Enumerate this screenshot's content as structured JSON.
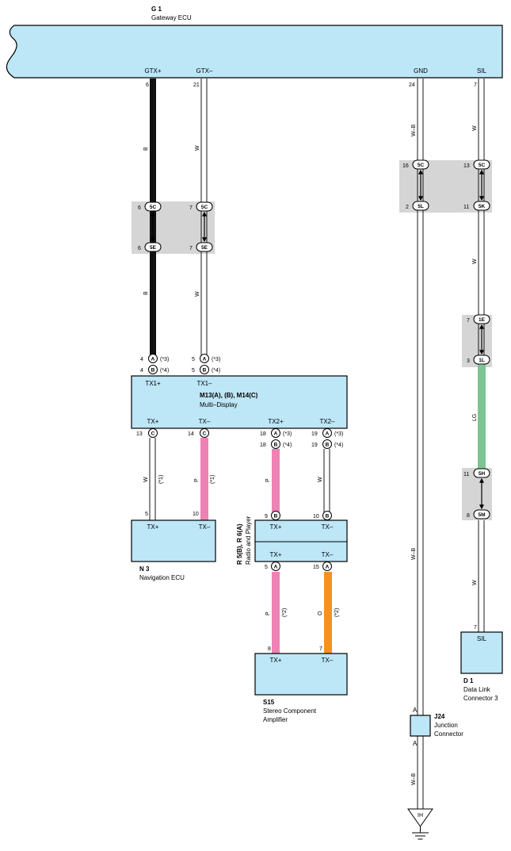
{
  "components": {
    "g1": {
      "id": "G 1",
      "name": "Gateway ECU",
      "pins": {
        "gtxp": "GTX+",
        "gtxm": "GTX–",
        "gnd": "GND",
        "sil": "SIL"
      }
    },
    "m13": {
      "id": "M13(A), (B), M14(C)",
      "name": "Multi–Display",
      "pins": {
        "tx1p": "TX1+",
        "tx1m": "TX1–",
        "txp": "TX+",
        "txm": "TX–",
        "tx2p": "TX2+",
        "tx2m": "TX2–"
      }
    },
    "n3": {
      "id": "N 3",
      "name": "Navigation ECU",
      "pins": {
        "txp": "TX+",
        "txm": "TX–"
      }
    },
    "r5": {
      "id": "R 5(B), R 6(A)",
      "name": "Radio and Player",
      "pins": {
        "txp_top": "TX+",
        "txm_top": "TX–",
        "txp_bot": "TX+",
        "txm_bot": "TX–"
      }
    },
    "s15": {
      "id": "S15",
      "name": "Stereo Component",
      "name2": "Amplifier",
      "pins": {
        "txp": "TX+",
        "txm": "TX–"
      }
    },
    "d1": {
      "id": "D 1",
      "name": "Data Link",
      "name2": "Connector 3",
      "pins": {
        "sil": "SIL"
      }
    },
    "j24": {
      "id": "J24",
      "name": "Junction",
      "name2": "Connector",
      "pin_top": "A",
      "pin_bot": "A"
    },
    "ground": {
      "label": "IH"
    }
  },
  "pin_numbers": {
    "g1_gtxp": "6",
    "g1_gtxm": "21",
    "g1_gnd": "24",
    "g1_sil": "7",
    "c5c_l": "6",
    "c5c_r": "7",
    "c5e_l": "6",
    "c5e_r": "7",
    "c5c_gnd": "16",
    "c5c_sil": "13",
    "c5l_gnd": "2",
    "c5k_sil": "11",
    "c1e": "7",
    "c1l": "3",
    "c5h": "11",
    "c5m": "8",
    "m_tx1p_a": "4",
    "m_tx1p_b": "4",
    "m_tx1m_a": "5",
    "m_tx1m_b": "5",
    "m_txp": "13",
    "m_txm": "14",
    "m_tx2p_a": "18",
    "m_tx2p_b": "18",
    "m_tx2m_a": "19",
    "m_tx2m_b": "19",
    "n3_txp": "5",
    "n3_txm": "10",
    "r_txp_top": "9",
    "r_txm_top": "10",
    "r_txp_bot": "5",
    "r_txm_bot": "15",
    "s15_txp": "8",
    "s15_txm": "7",
    "d1_sil": "7"
  },
  "connectors": {
    "c5c": "5C",
    "c5e": "5E",
    "c5l": "5L",
    "c5k": "5K",
    "c1e": "1E",
    "c1l": "1L",
    "c5h": "5H",
    "c5m": "5M",
    "a": "A",
    "b": "B",
    "c": "C"
  },
  "notes": {
    "n1": "(*1)",
    "n2": "(*2)",
    "n3": "(*3)",
    "n4": "(*4)"
  },
  "wire_colors": {
    "b": "B",
    "w": "W",
    "wb": "W–B",
    "p": "P",
    "o": "O",
    "lg": "LG"
  },
  "colors": {
    "component_fill": "#bde6f7",
    "splice_band": "#d5d5d5",
    "wire_black": "#111111",
    "wire_pink": "#ee82b4",
    "wire_orange": "#f5921f",
    "wire_lightgreen": "#7cc592"
  }
}
